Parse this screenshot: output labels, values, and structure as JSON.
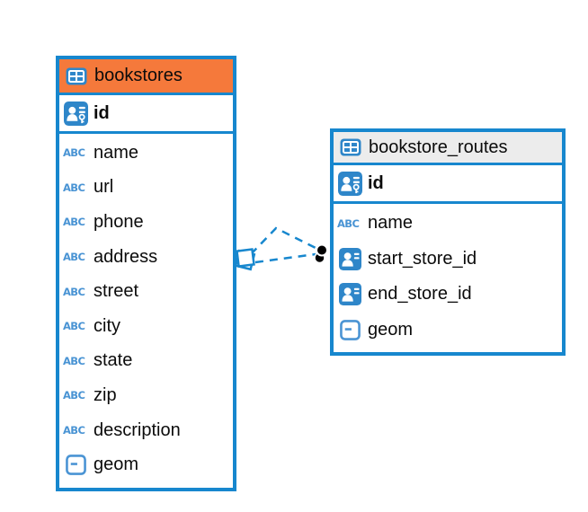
{
  "icons": {
    "text_type_label": "ABC"
  },
  "colors": {
    "table_border": "#1787ce",
    "bookstores_header": "#f5793b",
    "bookstore_routes_header": "#ececec",
    "icon_blue": "#2e86c9",
    "icon_light_blue": "#4a94d4",
    "relation_line": "#1787ce"
  },
  "tables": [
    {
      "title": "bookstores",
      "primary_key": {
        "label": "id"
      },
      "columns": [
        {
          "type": "text",
          "label": "name"
        },
        {
          "type": "text",
          "label": "url"
        },
        {
          "type": "text",
          "label": "phone"
        },
        {
          "type": "text",
          "label": "address"
        },
        {
          "type": "text",
          "label": "street"
        },
        {
          "type": "text",
          "label": "city"
        },
        {
          "type": "text",
          "label": "state"
        },
        {
          "type": "text",
          "label": "zip"
        },
        {
          "type": "text",
          "label": "description"
        },
        {
          "type": "geometry",
          "label": "geom"
        }
      ]
    },
    {
      "title": "bookstore_routes",
      "primary_key": {
        "label": "id"
      },
      "columns": [
        {
          "type": "text",
          "label": "name"
        },
        {
          "type": "reference",
          "label": "start_store_id"
        },
        {
          "type": "reference",
          "label": "end_store_id"
        },
        {
          "type": "geometry",
          "label": "geom"
        }
      ]
    }
  ],
  "relationships": [
    {
      "from_table": "bookstores",
      "to_table": "bookstore_routes",
      "style": "dashed"
    },
    {
      "from_table": "bookstores",
      "to_table": "bookstore_routes",
      "style": "dashed"
    }
  ]
}
